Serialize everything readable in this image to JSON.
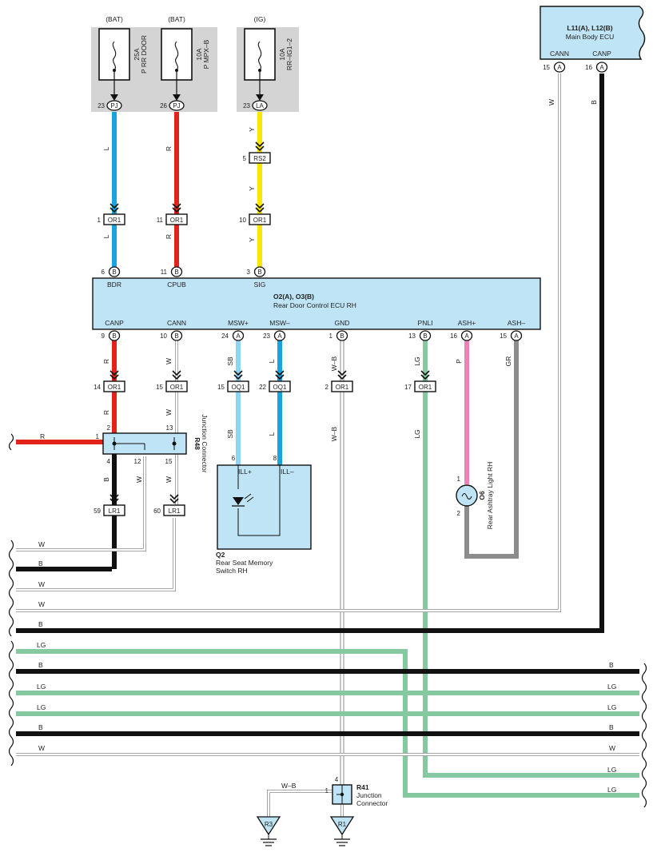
{
  "colors": {
    "L": "#1aa3dc",
    "R": "#e2231a",
    "Y": "#ffe600",
    "SB": "#8fd3f4",
    "LG": "#86c9a1",
    "P": "#ee82b8",
    "GR": "#8c8c8c",
    "B": "#111111",
    "W": "#ffffff",
    "ecu_fill": "#bfe4f5",
    "fuse_box": "#d4d4d4"
  },
  "fuses": [
    {
      "source": "(BAT)",
      "rating": "25A",
      "name": "P RR DOOR",
      "pin": "23",
      "conn": "PJ"
    },
    {
      "source": "(BAT)",
      "rating": "10A",
      "name": "P MPX–B",
      "pin": "26",
      "conn": "PJ"
    },
    {
      "source": "(IG)",
      "rating": "10A",
      "name": "RR–IG1–2",
      "pin": "23",
      "conn": "LA"
    }
  ],
  "main_ecu": {
    "title": "L11(A), L12(B)",
    "name": "Main Body ECU",
    "pins": [
      {
        "label": "CANN",
        "pin": "15",
        "conn": "A"
      },
      {
        "label": "CANP",
        "pin": "16",
        "conn": "A"
      }
    ]
  },
  "ecu": {
    "title": "O2(A), O3(B)",
    "name": "Rear Door Control ECU RH",
    "top_pins": [
      {
        "label": "BDR",
        "pin": "6",
        "conn": "B"
      },
      {
        "label": "CPUB",
        "pin": "11",
        "conn": "B"
      },
      {
        "label": "SIG",
        "pin": "3",
        "conn": "B"
      }
    ],
    "bottom_pins": [
      {
        "label": "CANP",
        "pin": "9",
        "conn": "B"
      },
      {
        "label": "CANN",
        "pin": "10",
        "conn": "B"
      },
      {
        "label": "MSW+",
        "pin": "24",
        "conn": "A"
      },
      {
        "label": "MSW–",
        "pin": "23",
        "conn": "A"
      },
      {
        "label": "GND",
        "pin": "1",
        "conn": "B"
      },
      {
        "label": "PNLI",
        "pin": "13",
        "conn": "B"
      },
      {
        "label": "ASH+",
        "pin": "16",
        "conn": "A"
      },
      {
        "label": "ASH–",
        "pin": "15",
        "conn": "A"
      }
    ]
  },
  "inline_connectors": [
    {
      "pin": "5",
      "name": "RS2"
    },
    {
      "pin": "1",
      "name": "OR1"
    },
    {
      "pin": "11",
      "name": "OR1"
    },
    {
      "pin": "10",
      "name": "OR1"
    },
    {
      "pin": "14",
      "name": "OR1"
    },
    {
      "pin": "15",
      "name": "OR1"
    },
    {
      "pin": "15",
      "name": "OQ1"
    },
    {
      "pin": "22",
      "name": "OQ1"
    },
    {
      "pin": "2",
      "name": "OR1"
    },
    {
      "pin": "17",
      "name": "OR1"
    },
    {
      "pin": "59",
      "name": "LR1"
    },
    {
      "pin": "60",
      "name": "LR1"
    }
  ],
  "junction_r48": {
    "name": "R48",
    "desc": "Junction Connector",
    "pins": [
      "1",
      "2",
      "13",
      "4",
      "12",
      "15"
    ]
  },
  "switch_q2": {
    "name": "Q2",
    "desc1": "Rear Seat Memory",
    "desc2": "Switch RH",
    "pins": [
      "6",
      "8"
    ],
    "terms": [
      "ILL+",
      "ILL–"
    ]
  },
  "light_o6": {
    "name": "O6",
    "desc": "Rear Ashtray Light RH",
    "pins": [
      "1",
      "2"
    ]
  },
  "junction_r41": {
    "name": "R41",
    "desc1": "Junction",
    "desc2": "Connector",
    "pins": [
      "4",
      "1"
    ]
  },
  "grounds": [
    "R3",
    "R1"
  ],
  "wire_labels": {
    "L": "L",
    "R": "R",
    "Y": "Y",
    "W": "W",
    "B": "B",
    "SB": "SB",
    "WB": "W–B",
    "LG": "LG",
    "P": "P",
    "GR": "GR"
  }
}
